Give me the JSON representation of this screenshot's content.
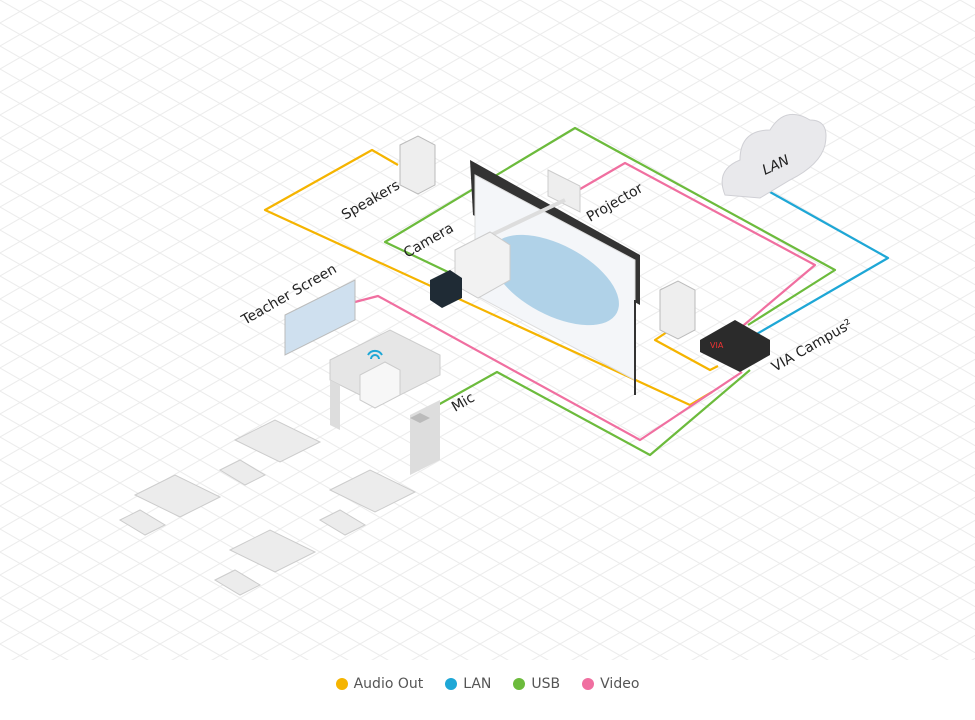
{
  "labels": {
    "speakers": "Speakers",
    "projector": "Projector",
    "camera": "Camera",
    "teacher_screen": "Teacher Screen",
    "mic": "Mic",
    "via_campus": "VIA Campus²",
    "lan_cloud": "LAN"
  },
  "legend": [
    {
      "label": "Audio Out",
      "color": "#f5b400"
    },
    {
      "label": "LAN",
      "color": "#1ea7d6"
    },
    {
      "label": "USB",
      "color": "#6cbb3c"
    },
    {
      "label": "Video",
      "color": "#f06fa0"
    }
  ]
}
